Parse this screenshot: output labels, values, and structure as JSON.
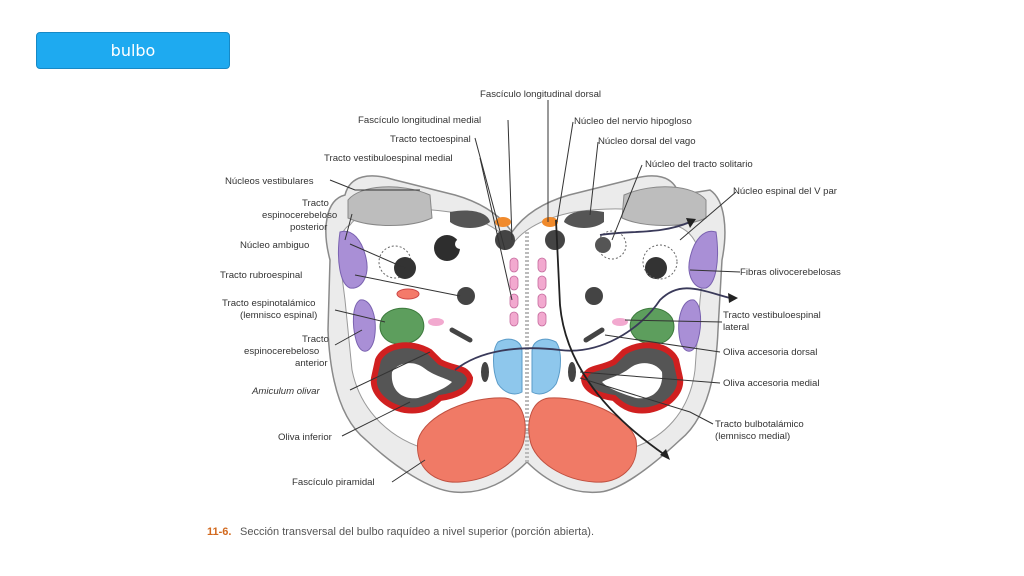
{
  "header": {
    "title": "bulbo"
  },
  "labels": {
    "fld": "Fascículo longitudinal dorsal",
    "flm": "Fascículo longitudinal medial",
    "tte": "Tracto tectoespinal",
    "tvem": "Tracto vestibuloespinal medial",
    "nv": "Núcleos vestibulares",
    "tecp1": "Tracto",
    "tecp2": "espinocerebeloso",
    "tecp3": "posterior",
    "na": "Núcleo ambiguo",
    "tr": "Tracto rubroespinal",
    "tet1": "Tracto espinotalámico",
    "tet2": "(lemnisco espinal)",
    "teca1": "Tracto",
    "teca2": "espinocerebeloso",
    "teca3": "anterior",
    "ao": "Amiculum olivar",
    "oi": "Oliva inferior",
    "fp": "Fascículo piramidal",
    "nnh": "Núcleo del nervio hipogloso",
    "ndv": "Núcleo dorsal del vago",
    "nts": "Núcleo del tracto solitario",
    "nev": "Núcleo espinal del V par",
    "fo": "Fibras olivocerebelosas",
    "tvel1": "Tracto vestibuloespinal",
    "tvel2": "lateral",
    "oad": "Oliva accesoria dorsal",
    "oam": "Oliva accesoria medial",
    "tb1": "Tracto bulbotalámico",
    "tb2": "(lemnisco medial)"
  },
  "caption": {
    "number": "11-6.",
    "text": "Sección transversal del bulbo raquídeo a nivel superior (porción abierta)."
  }
}
